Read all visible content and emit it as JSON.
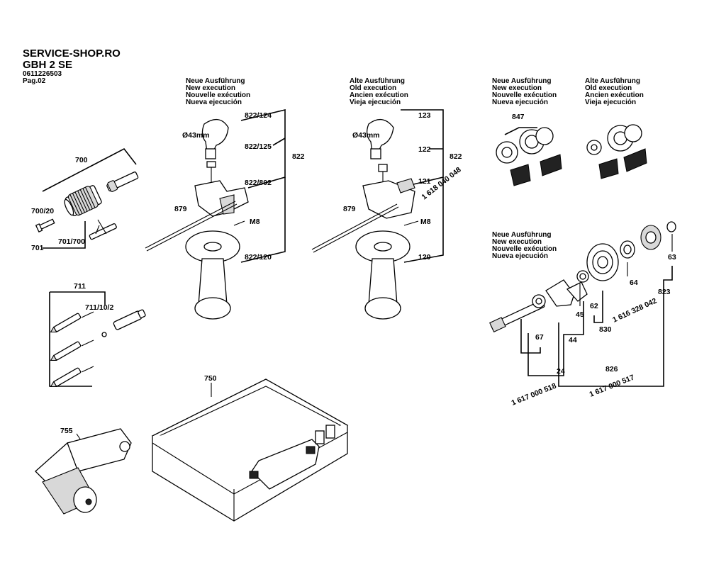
{
  "header": {
    "shop": "SERVICE-SHOP.RO",
    "model": "GBH 2 SE",
    "number": "0611226503",
    "page": "Pag.02"
  },
  "notes": {
    "new_a": [
      "Neue Ausführung",
      "New execution",
      "Nouvelle exécution",
      "Nueva ejecución"
    ],
    "old_a": [
      "Alte Ausführung",
      "Old execution",
      "Ancien exécution",
      "Vieja ejecución"
    ],
    "new_b": [
      "Neue Ausführung",
      "New execution",
      "Nouvelle exécution",
      "Nueva ejecución"
    ],
    "old_b": [
      "Alte Ausführung",
      "Old execution",
      "Ancien exécution",
      "Vieja ejecución"
    ],
    "new_c": [
      "Neue Ausführung",
      "New execution",
      "Nouvelle exécution",
      "Nueva ejecución"
    ]
  },
  "labels": {
    "p700": "700",
    "p700_20": "700/20",
    "p701": "701",
    "p701_700": "701/700",
    "p711": "711",
    "p711_10_2": "711/10/2",
    "p750": "750",
    "p755": "755",
    "p822_124": "822/124",
    "p822_125": "822/125",
    "p822_802": "822/802",
    "p822_120": "822/120",
    "p822_a": "822",
    "p879_a": "879",
    "m8_a": "M8",
    "d43_a": "Ø43mm",
    "p123": "123",
    "p122": "122",
    "p121": "121",
    "p120": "120",
    "p822_b": "822",
    "p879_b": "879",
    "m8_b": "M8",
    "d43_b": "Ø43mm",
    "code_1618": "1 618 040 048",
    "p847": "847",
    "p63": "63",
    "p64": "64",
    "p62": "62",
    "p45": "45",
    "p823": "823",
    "p830": "830",
    "p67": "67",
    "p44": "44",
    "p826": "826",
    "p24": "24",
    "code_1616": "1 616 328 042",
    "code_1617_518": "1 617 000 518",
    "code_1617_517": "1 617 000 517"
  }
}
